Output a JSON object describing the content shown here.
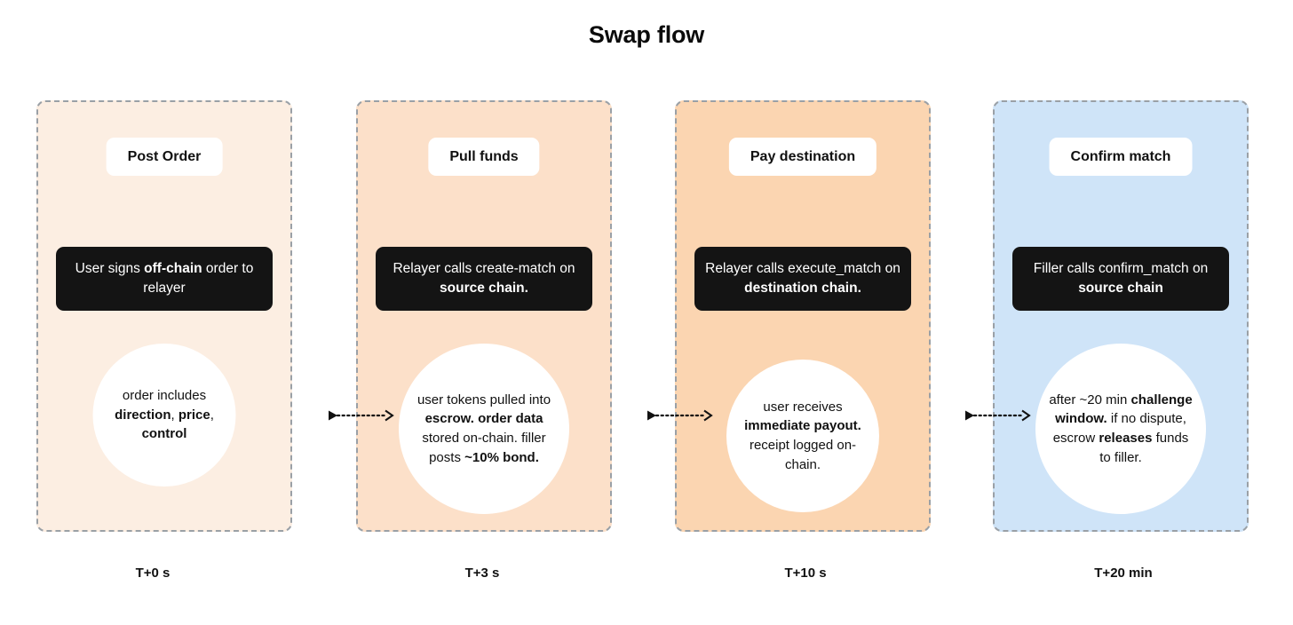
{
  "title": "Swap flow",
  "colors": {
    "stage1_bg": "#fceee2",
    "stage2_bg": "#fce0c9",
    "stage3_bg": "#fbd5b1",
    "stage4_bg": "#cfe4f8",
    "action_box_bg": "#141414",
    "note_circle_bg": "#ffffff",
    "border_dashed": "#9aa0a6"
  },
  "stages": [
    {
      "header": "Post Order",
      "action": {
        "parts": [
          {
            "text": "User signs ",
            "bold": false
          },
          {
            "text": "off-chain",
            "bold": true
          },
          {
            "text": " order to relayer",
            "bold": false
          }
        ],
        "plain": "User signs off-chain order to relayer"
      },
      "note": {
        "parts": [
          {
            "text": "order includes ",
            "bold": false
          },
          {
            "text": "direction",
            "bold": true
          },
          {
            "text": ", ",
            "bold": false
          },
          {
            "text": "price",
            "bold": true
          },
          {
            "text": ", ",
            "bold": false
          },
          {
            "text": "control",
            "bold": true
          }
        ],
        "plain": "order includes direction, price, control"
      },
      "time": "T+0 s"
    },
    {
      "header": "Pull funds",
      "action": {
        "parts": [
          {
            "text": "Relayer calls create-match on ",
            "bold": false
          },
          {
            "text": "source chain.",
            "bold": true
          }
        ],
        "plain": "Relayer calls create-match on source chain."
      },
      "note": {
        "parts": [
          {
            "text": "user tokens pulled into ",
            "bold": false
          },
          {
            "text": "escrow.",
            "bold": true
          },
          {
            "text": " ",
            "bold": false
          },
          {
            "text": "order data",
            "bold": true
          },
          {
            "text": " stored on-chain. filler posts ",
            "bold": false
          },
          {
            "text": "~10% bond.",
            "bold": true
          }
        ],
        "plain": "user tokens pulled into escrow. order data stored on-chain. filler posts ~10% bond."
      },
      "time": "T+3 s"
    },
    {
      "header": "Pay destination",
      "action": {
        "parts": [
          {
            "text": "Relayer calls execute_match on ",
            "bold": false
          },
          {
            "text": "destination chain.",
            "bold": true
          }
        ],
        "plain": "Relayer calls execute_match on destination chain."
      },
      "note": {
        "parts": [
          {
            "text": "user receives ",
            "bold": false
          },
          {
            "text": "immediate payout.",
            "bold": true
          },
          {
            "text": " receipt logged on-chain.",
            "bold": false
          }
        ],
        "plain": "user receives immediate payout. receipt logged on-chain."
      },
      "time": "T+10 s"
    },
    {
      "header": "Confirm match",
      "action": {
        "parts": [
          {
            "text": "Filler calls confirm_match on ",
            "bold": false
          },
          {
            "text": "source chain",
            "bold": true
          }
        ],
        "plain": "Filler calls confirm_match on source chain"
      },
      "note": {
        "parts": [
          {
            "text": "after ~20 min ",
            "bold": false
          },
          {
            "text": "challenge window.",
            "bold": true
          },
          {
            "text": " if no dispute, escrow ",
            "bold": false
          },
          {
            "text": "releases",
            "bold": true
          },
          {
            "text": " funds to filler.",
            "bold": false
          }
        ],
        "plain": "after ~20 min challenge window. if no dispute, escrow releases funds to filler."
      },
      "time": "T+20 min"
    }
  ],
  "connectors": [
    {
      "from": "Post Order",
      "to": "Pull funds",
      "style": "dotted-arrow"
    },
    {
      "from": "Pull funds",
      "to": "Pay destination",
      "style": "dotted-arrow"
    },
    {
      "from": "Pay destination",
      "to": "Confirm match",
      "style": "dotted-arrow"
    }
  ]
}
